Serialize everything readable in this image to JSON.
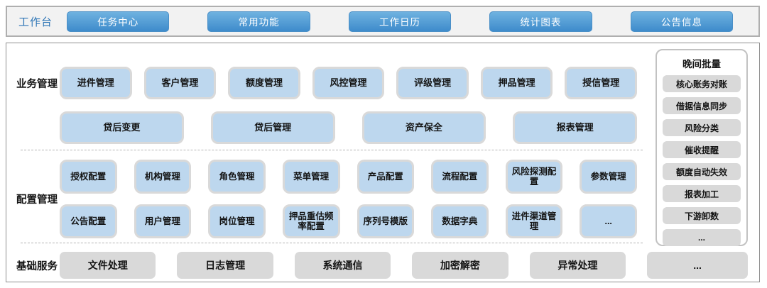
{
  "workbench": {
    "label": "工作台",
    "buttons": [
      "任务中心",
      "常用功能",
      "工作日历",
      "统计图表",
      "公告信息"
    ]
  },
  "sections": {
    "business": {
      "label": "业务管理",
      "row1": [
        "进件管理",
        "客户管理",
        "额度管理",
        "风控管理",
        "评级管理",
        "押品管理",
        "授信管理"
      ],
      "row2": [
        "贷后变更",
        "贷后管理",
        "资产保全",
        "报表管理"
      ]
    },
    "config": {
      "label": "配置管理",
      "row1": [
        "授权配置",
        "机构管理",
        "角色管理",
        "菜单管理",
        "产品配置",
        "流程配置",
        "风险探测配置",
        "参数管理"
      ],
      "row2": [
        "公告配置",
        "用户管理",
        "岗位管理",
        "押品重估频率配置",
        "序列号模版",
        "数据字典",
        "进件渠道管理",
        "..."
      ]
    },
    "base": {
      "label": "基础服务",
      "items": [
        "文件处理",
        "日志管理",
        "系统通信",
        "加密解密",
        "异常处理",
        "..."
      ]
    }
  },
  "night_batch": {
    "title": "晚间批量",
    "items": [
      "核心账务对账",
      "借据信息同步",
      "风险分类",
      "催收提醒",
      "额度自动失效",
      "报表加工",
      "下游卸数",
      "..."
    ]
  },
  "colors": {
    "accent_blue": "#2E75B6",
    "btn_blue_top": "#6FB2E0",
    "btn_blue_bottom": "#3E8BCB",
    "box_blue": "#BDD7EE",
    "box_border": "#D9D9D9",
    "box_gray": "#D9D9D9",
    "line_gray": "#B3B3B3",
    "text_dark": "#141414"
  }
}
